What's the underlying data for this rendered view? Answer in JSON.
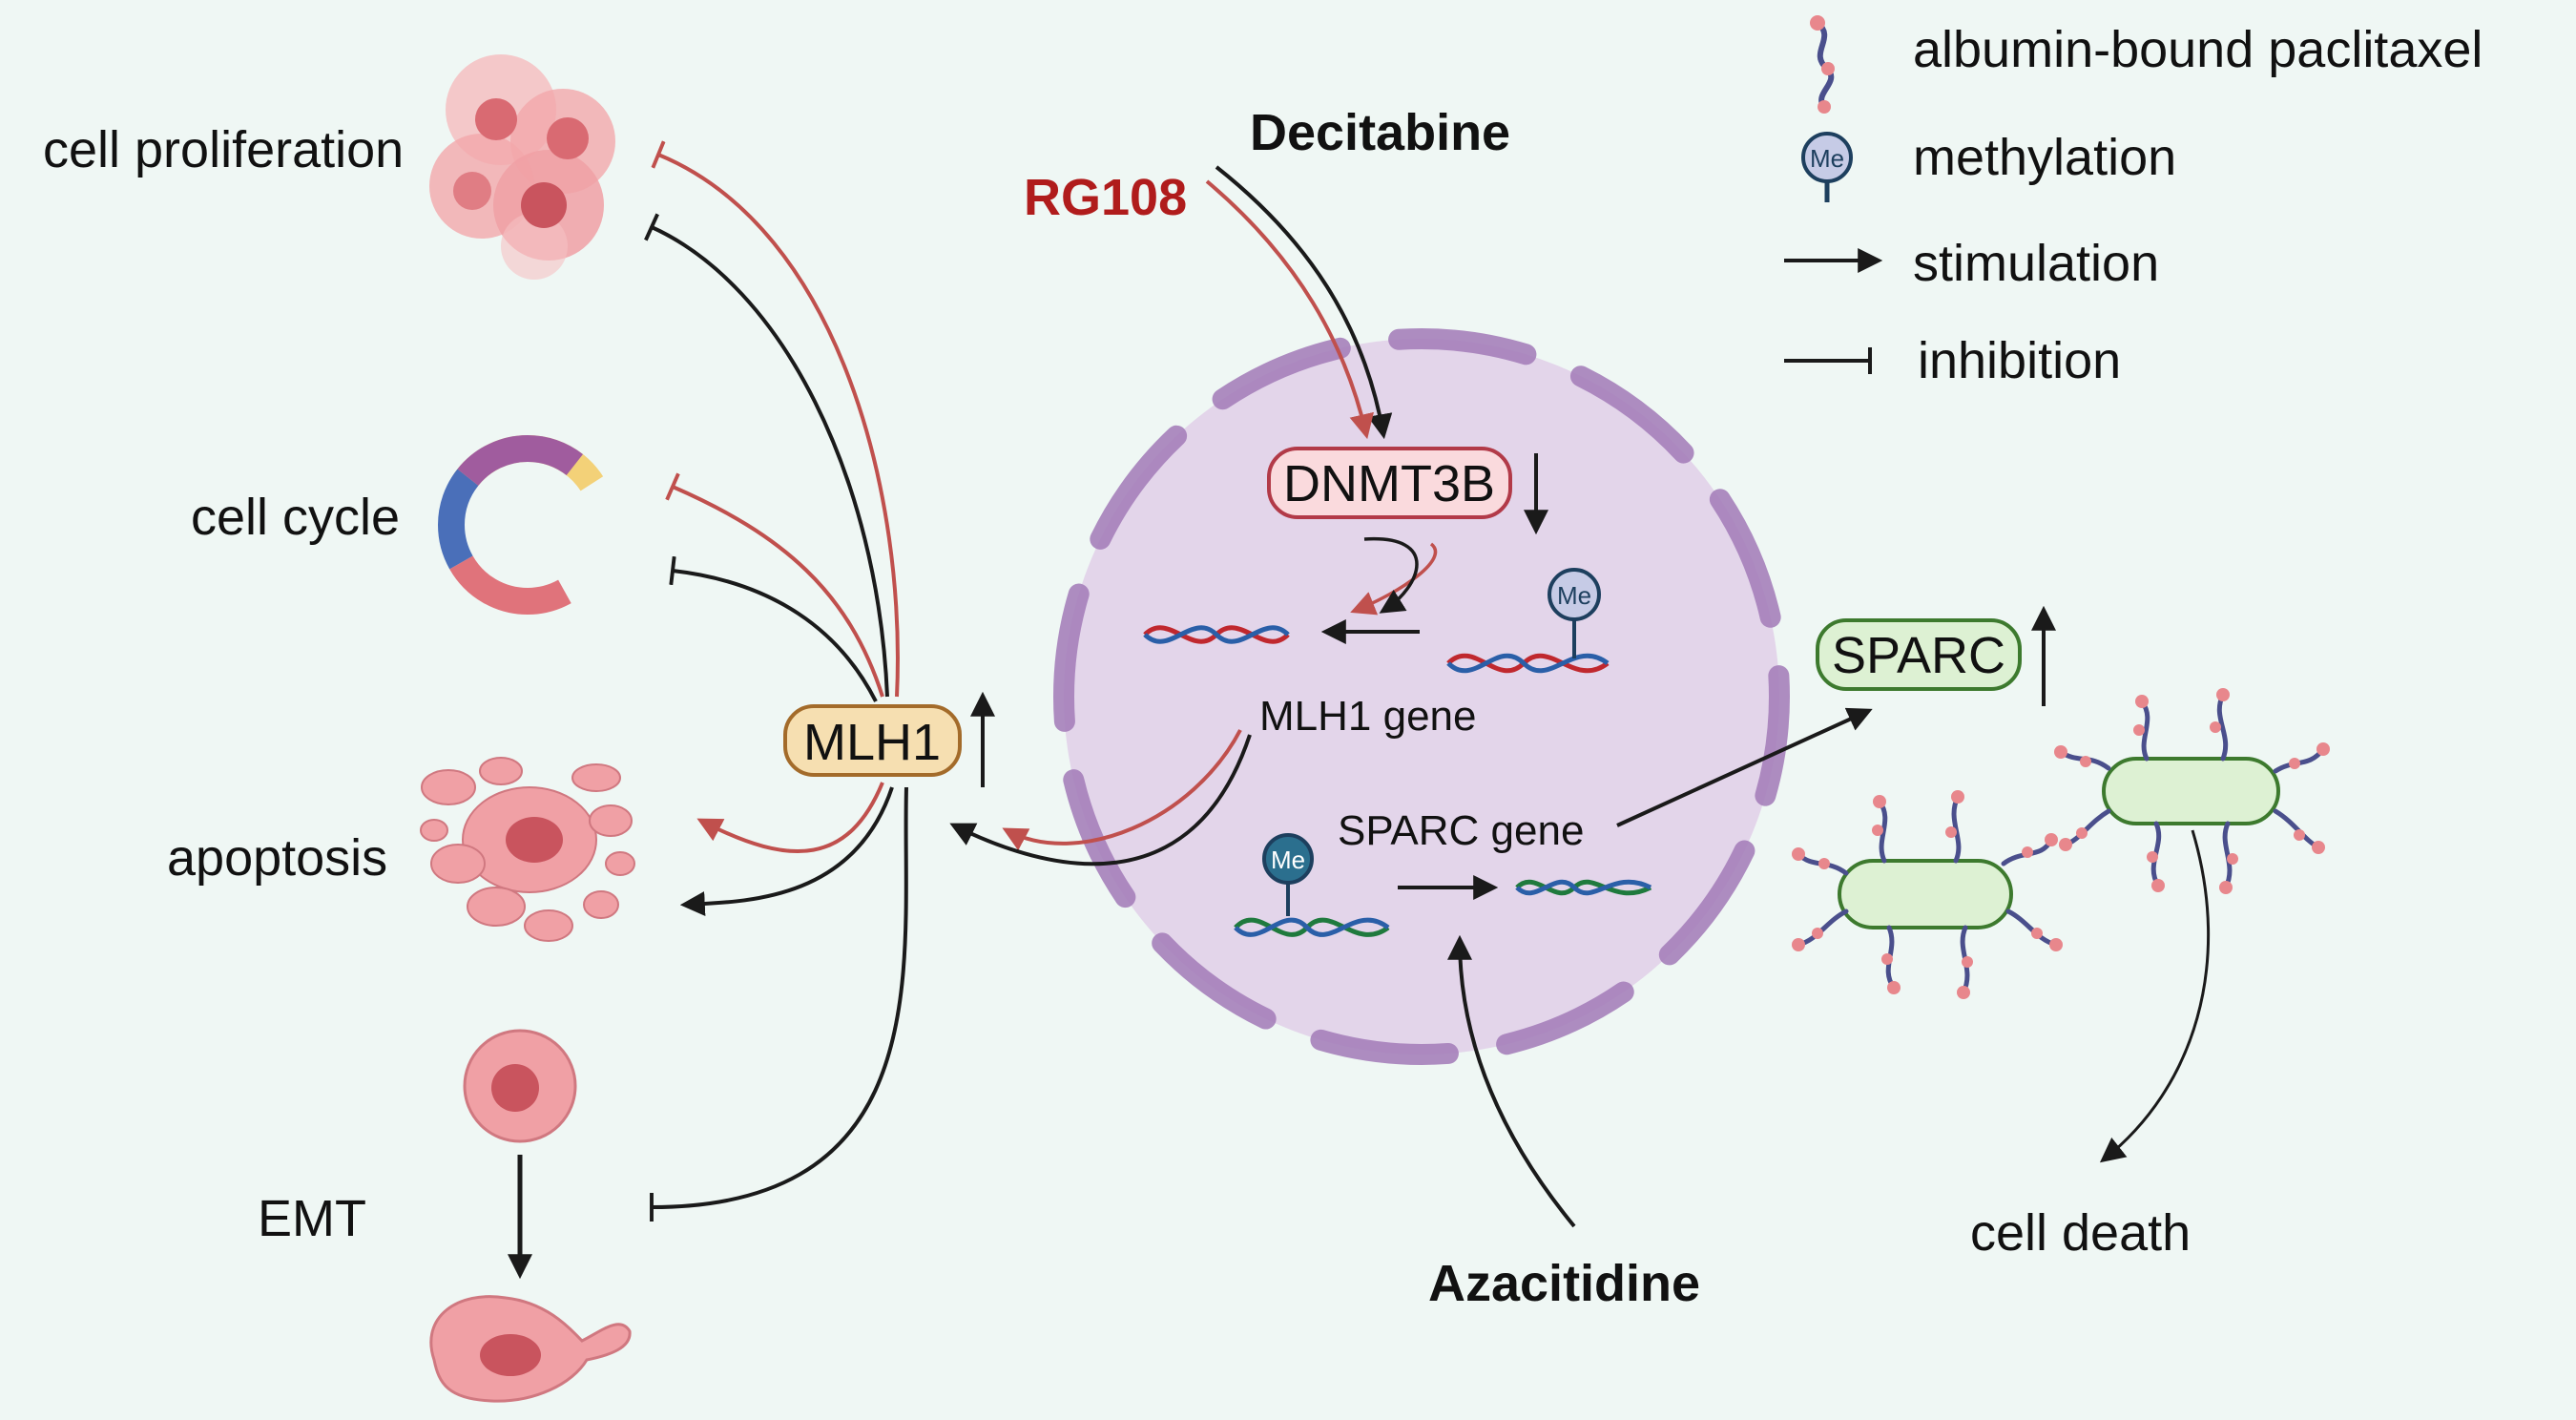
{
  "legend": {
    "paclitaxel": "albumin-bound paclitaxel",
    "methylation": "methylation",
    "stimulation": "stimulation",
    "inhibition": "inhibition",
    "me_badge": "Me"
  },
  "phenotypes": {
    "proliferation": "cell proliferation",
    "cell_cycle": "cell cycle",
    "apoptosis": "apoptosis",
    "emt": "EMT"
  },
  "nodes": {
    "mlh1": "MLH1",
    "dnmt3b": "DNMT3B",
    "sparc": "SPARC",
    "mlh1_gene": "MLH1 gene",
    "sparc_gene": "SPARC gene",
    "me_badge": "Me",
    "cell_death": "cell death"
  },
  "drugs": {
    "decitabine": "Decitabine",
    "rg108": "RG108",
    "azacitidine": "Azacitidine"
  },
  "colors": {
    "background": "#eff7f4",
    "nucleus_fill": "#e3d5ea",
    "nucleus_envelope": "#b08fc3",
    "red_path": "#c0504d",
    "black_path": "#1a1a1a",
    "rg108_text": "#b01c1c",
    "mlh1_fill": "#f6dfb1",
    "dnmt3b_fill": "#fadadd",
    "sparc_fill": "#ddf1d3"
  }
}
